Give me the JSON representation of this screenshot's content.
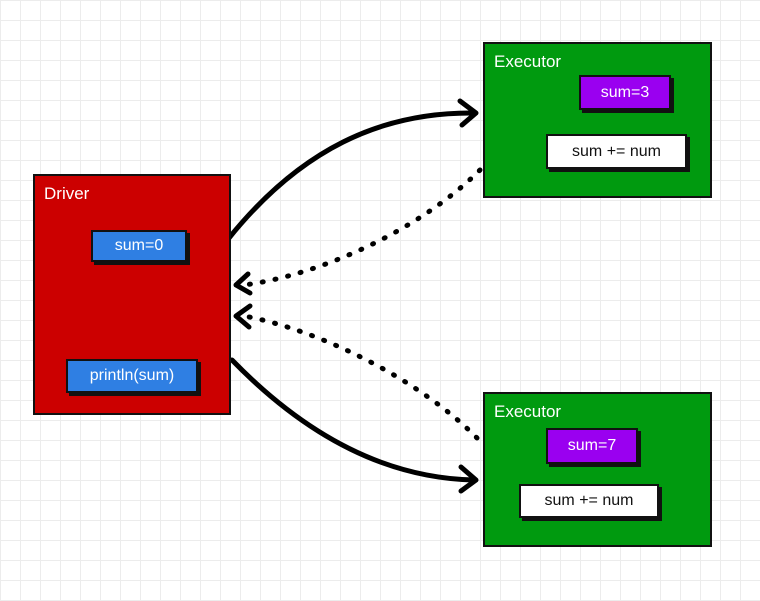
{
  "colors": {
    "driver": "#cc0000",
    "executor": "#009a0f",
    "driver_chip": "#2f7fe3",
    "executor_chip": "#9a00f0",
    "op_chip": "#ffffff"
  },
  "driver": {
    "title": "Driver",
    "sum_label": "sum=0",
    "print_label": "println(sum)"
  },
  "executors": [
    {
      "title": "Executor",
      "sum_label": "sum=3",
      "op_label": "sum += num"
    },
    {
      "title": "Executor",
      "sum_label": "sum=7",
      "op_label": "sum += num"
    }
  ],
  "edges": [
    {
      "from": "driver",
      "to": "executor-1",
      "style": "solid"
    },
    {
      "from": "driver",
      "to": "executor-2",
      "style": "solid"
    },
    {
      "from": "executor-1",
      "to": "driver",
      "style": "dotted"
    },
    {
      "from": "executor-2",
      "to": "driver",
      "style": "dotted"
    }
  ]
}
